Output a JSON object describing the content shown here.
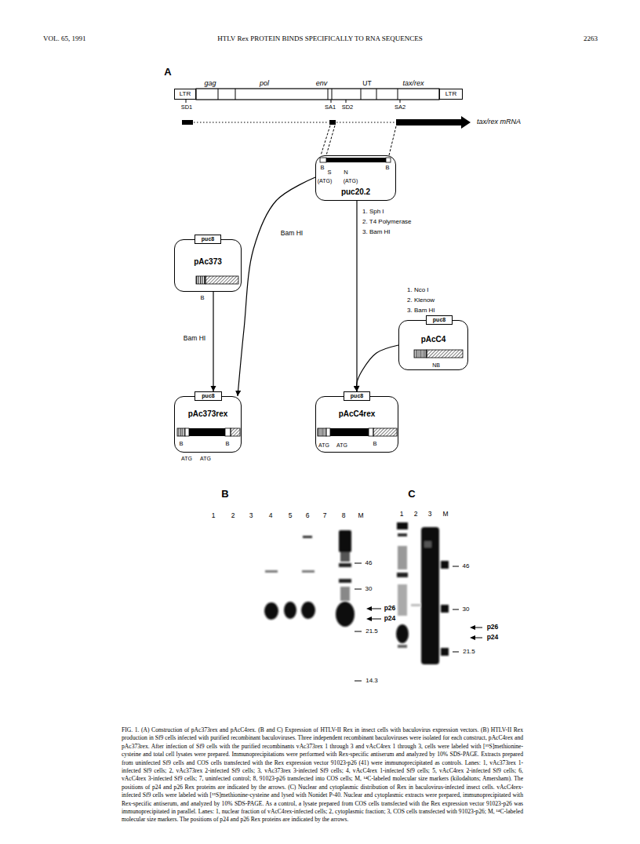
{
  "diagram": {
    "caption": "FIG. 1. (A) Construction of pAc373rex and pAcC4rex. (B and C) Expression of HTLV-II Rex in insect cells with baculovirus expression vectors. (B) HTLV-II Rex production in Sf9 cells infected with purified recombinant baculoviruses. Three independent recombinant baculoviruses were isolated for each construct, pAcC4rex and pAc373rex. After infection of Sf9 cells with the purified recombinants vAc373rex 1 through 3 and vAcC4rex 1 through 3, cells were labeled with [³⁵S]methionine-cysteine and total cell lysates were prepared. Immunoprecipitations were performed with Rex-specific antiserum and analyzed by 10% SDS-PAGE. Extracts prepared from uninfected Sf9 cells and COS cells transfected with the Rex expression vector 91023-p26 (41) were immunoprecipitated as controls. Lanes: 1, vAc373rex 1-infected Sf9 cells; 2, vAc373rex 2-infected Sf9 cells; 3, vAc373rex 3-infected Sf9 cells; 4, vAcC4rex 1-infected Sf9 cells; 5, vAcC4rex 2-infected Sf9 cells; 6, vAcC4rex 3-infected Sf9 cells; 7, uninfected control; 8, 91023-p26 transfected into COS cells; M, ¹⁴C-labeled molecular size markers (kilodaltons; Amersham). The positions of p24 and p26 Rex proteins are indicated by the arrows. (C) Nuclear and cytoplasmic distribution of Rex in baculovirus-infected insect cells. vAcC4rex-infected Sf9 cells were labeled with [³⁵S]methionine-cysteine and lysed with Nonidet P-40. Nuclear and cytoplasmic extracts were prepared, immunoprecipitated with Rex-specific antiserum, and analyzed by 10% SDS-PAGE. As a control, a lysate prepared from COS cells transfected with the Rex expression vector 91023-p26 was immunoprecipitated in parallel. Lanes: 1, nuclear fraction of vAcC4rex-infected cells; 2, cytoplasmic fraction; 3, COS cells transfected with 91023-p26; M, ¹⁴C-labeled molecular size markers. The positions of p24 and p26 Rex proteins are indicated by the arrows.",
    "nodes": [
      {
        "text": [
          "LTR"
        ]
      },
      {
        "text": [
          "LTR"
        ]
      },
      {
        "text": [
          "puc20.2"
        ]
      },
      {
        "text": [
          "pAc373"
        ]
      },
      {
        "text": [
          "puc8"
        ],
        "in": 3
      },
      {
        "text": [
          "pAcC4"
        ]
      },
      {
        "text": [
          "puc8"
        ],
        "in": 5
      },
      {
        "text": [
          "pAc373rex"
        ]
      },
      {
        "text": [
          "puc8"
        ],
        "in": 7
      },
      {
        "text": [
          "pAcC4rex"
        ]
      },
      {
        "text": [
          "puc8"
        ],
        "in": 9
      }
    ],
    "edges": [
      {
        "from": 3,
        "to": 7,
        "arrow": "to",
        "label": "Bam HI"
      },
      {
        "from": 2,
        "to": 7,
        "arrow": "to",
        "label": "Bam HI"
      },
      {
        "from": 2,
        "to": 9,
        "arrow": "to"
      },
      {
        "from": 5,
        "to": 9,
        "arrow": "to"
      }
    ],
    "labels": [
      "VOL. 65, 1991",
      "HTLV Rex PROTEIN BINDS SPECIFICALLY TO RNA SEQUENCES",
      "2263",
      "A",
      "gag",
      "pol",
      "env",
      "UT",
      "tax/rex",
      "SD1",
      "SA1",
      "SD2",
      "SA2",
      "tax/rex mRNA",
      "B",
      "S",
      "N",
      "(ATG)",
      "(ATG)",
      "B",
      "1. Sph I",
      "2. T4 Polymerase",
      "3. Bam HI",
      "1. Nco I",
      "2. Klenow",
      "3. Bam HI",
      "B",
      "NB",
      "B",
      "ATG",
      "ATG",
      "B",
      "ATG",
      "ATG",
      "B",
      "B",
      "1",
      "2",
      "3",
      "4",
      "5",
      "6",
      "7",
      "8",
      "M",
      "46",
      "30",
      "21.5",
      "14.3",
      "p26",
      "p24",
      "C",
      "1",
      "2",
      "3",
      "M",
      "46",
      "30",
      "21.5",
      "p26",
      "p24"
    ]
  }
}
